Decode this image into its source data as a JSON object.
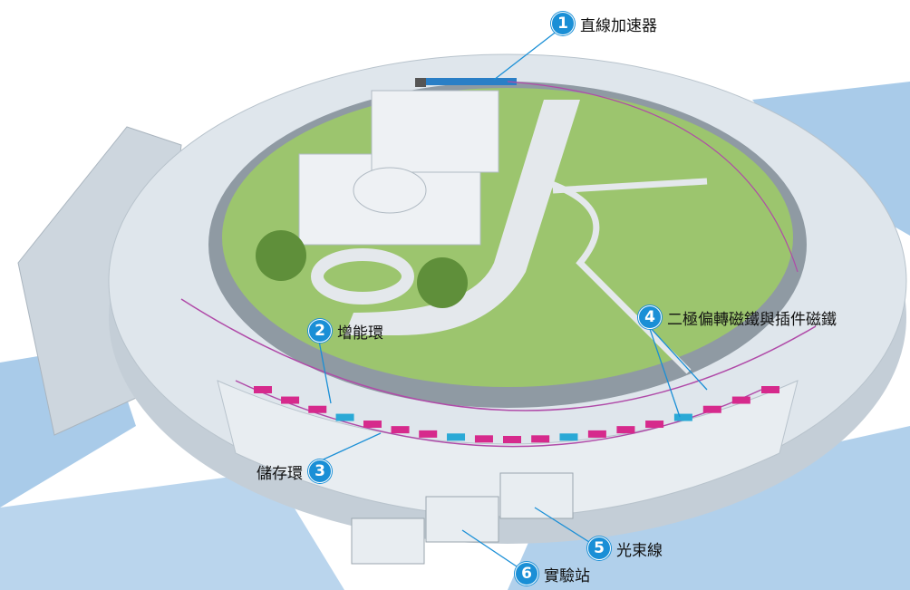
{
  "colors": {
    "badge": "#1a8fd6",
    "lawn": "#9cc56e",
    "ring": "#d9e2ea",
    "sky": "#a9cbe9",
    "magnet": "#d62a8c",
    "magnet_alt": "#2aa9d6"
  },
  "labels": [
    {
      "num": "1",
      "text": "直線加速器"
    },
    {
      "num": "2",
      "text": "增能環"
    },
    {
      "num": "3",
      "text": "儲存環"
    },
    {
      "num": "4",
      "text": "二極偏轉磁鐵與插件磁鐵"
    },
    {
      "num": "5",
      "text": "光束線"
    },
    {
      "num": "6",
      "text": "實驗站"
    }
  ]
}
